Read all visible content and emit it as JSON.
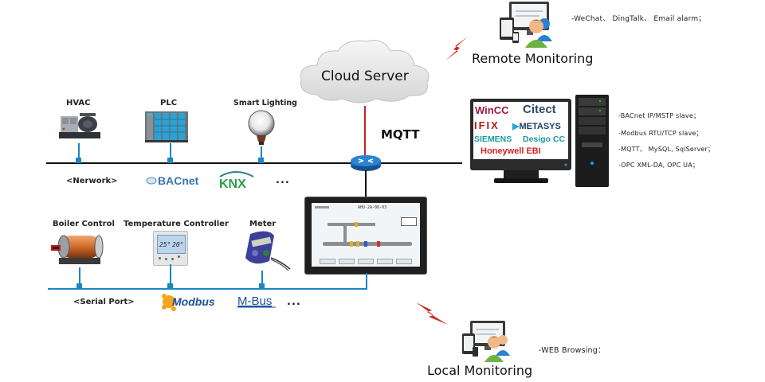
{
  "cloud": {
    "label": "Cloud Server"
  },
  "link": {
    "protocol_label": "MQTT"
  },
  "network_bus": {
    "label": "<Nerwork>",
    "devices": [
      {
        "name": "HVAC"
      },
      {
        "name": "PLC"
      },
      {
        "name": "Smart Lighting"
      }
    ],
    "protocols": [
      "BACnet",
      "KNX"
    ],
    "more": "..."
  },
  "serial_bus": {
    "label": "<Serial Port>",
    "devices": [
      {
        "name": "Boiler Control"
      },
      {
        "name": "Temperature Controller",
        "display_left": "25°",
        "display_right": "20°"
      },
      {
        "name": "Meter"
      }
    ],
    "protocols": [
      "Modbus",
      "M-Bus"
    ],
    "more": "..."
  },
  "gateway_panel": {
    "screen_title": "AHU-2A-06-03"
  },
  "remote_monitoring": {
    "title": "Remote Monitoring",
    "note": "-WeChat、 DingTalk、 Email alarm；"
  },
  "local_monitoring": {
    "title": "Local Monitoring",
    "note": "-WEB Browsing："
  },
  "scada": {
    "brands": [
      "WinCC",
      "Citect",
      "IFIX",
      "METASYS",
      "SIEMENS",
      "Desigo CC",
      "Honeywell EBI"
    ],
    "notes": [
      "-BACnet IP/MSTP slave；",
      "-Modbus RTU/TCP slave；",
      "-MQTT、 MySQL, SqlServer；",
      "-OPC XML-DA, OPC UA；"
    ]
  },
  "colors": {
    "network_line": "#111111",
    "serial_line": "#1b86c4",
    "mqtt_link": "#c0272d",
    "router": "#1f6fb5",
    "wireless_bolt": "#d1261f"
  }
}
